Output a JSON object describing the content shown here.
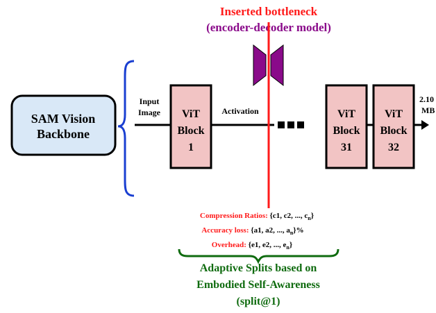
{
  "header": {
    "line1": "Inserted bottleneck",
    "line2": "(encoder-decoder model)"
  },
  "sam": {
    "line1": "SAM Vision",
    "line2": "Backbone"
  },
  "input_label": {
    "line1": "Input",
    "line2": "Image"
  },
  "activation_label": "Activation",
  "blocks": [
    {
      "line1": "ViT",
      "line2": "Block",
      "line3": "1"
    },
    {
      "line1": "ViT",
      "line2": "Block",
      "line3": "31"
    },
    {
      "line1": "ViT",
      "line2": "Block",
      "line3": "32"
    }
  ],
  "output_label": {
    "line1": "2.10",
    "line2": "MB"
  },
  "metrics": {
    "compression_key": "Compression Ratios:",
    "compression_prefix": "{c1, c2, ..., c",
    "compression_sub": "n",
    "compression_suffix": "}",
    "accuracy_key": "Accuracy loss:",
    "accuracy_prefix": "{a1, a2, ..., a",
    "accuracy_sub": "n",
    "accuracy_suffix": "}%",
    "overhead_key": "Overhead:",
    "overhead_prefix": "{e1, e2, ..., e",
    "overhead_sub": "n",
    "overhead_suffix": "}"
  },
  "footer": {
    "line1": "Adaptive Splits based on",
    "line2": "Embodied Self-Awareness",
    "line3": "(split@1)"
  },
  "colors": {
    "red": "#ff1a1a",
    "purple": "#8a0a8a",
    "green": "#0f6b0f",
    "blue_brace": "#1a3fd1",
    "sam_fill": "#d9e8f7",
    "block_fill": "#f2c4c4",
    "ink": "#000000"
  }
}
